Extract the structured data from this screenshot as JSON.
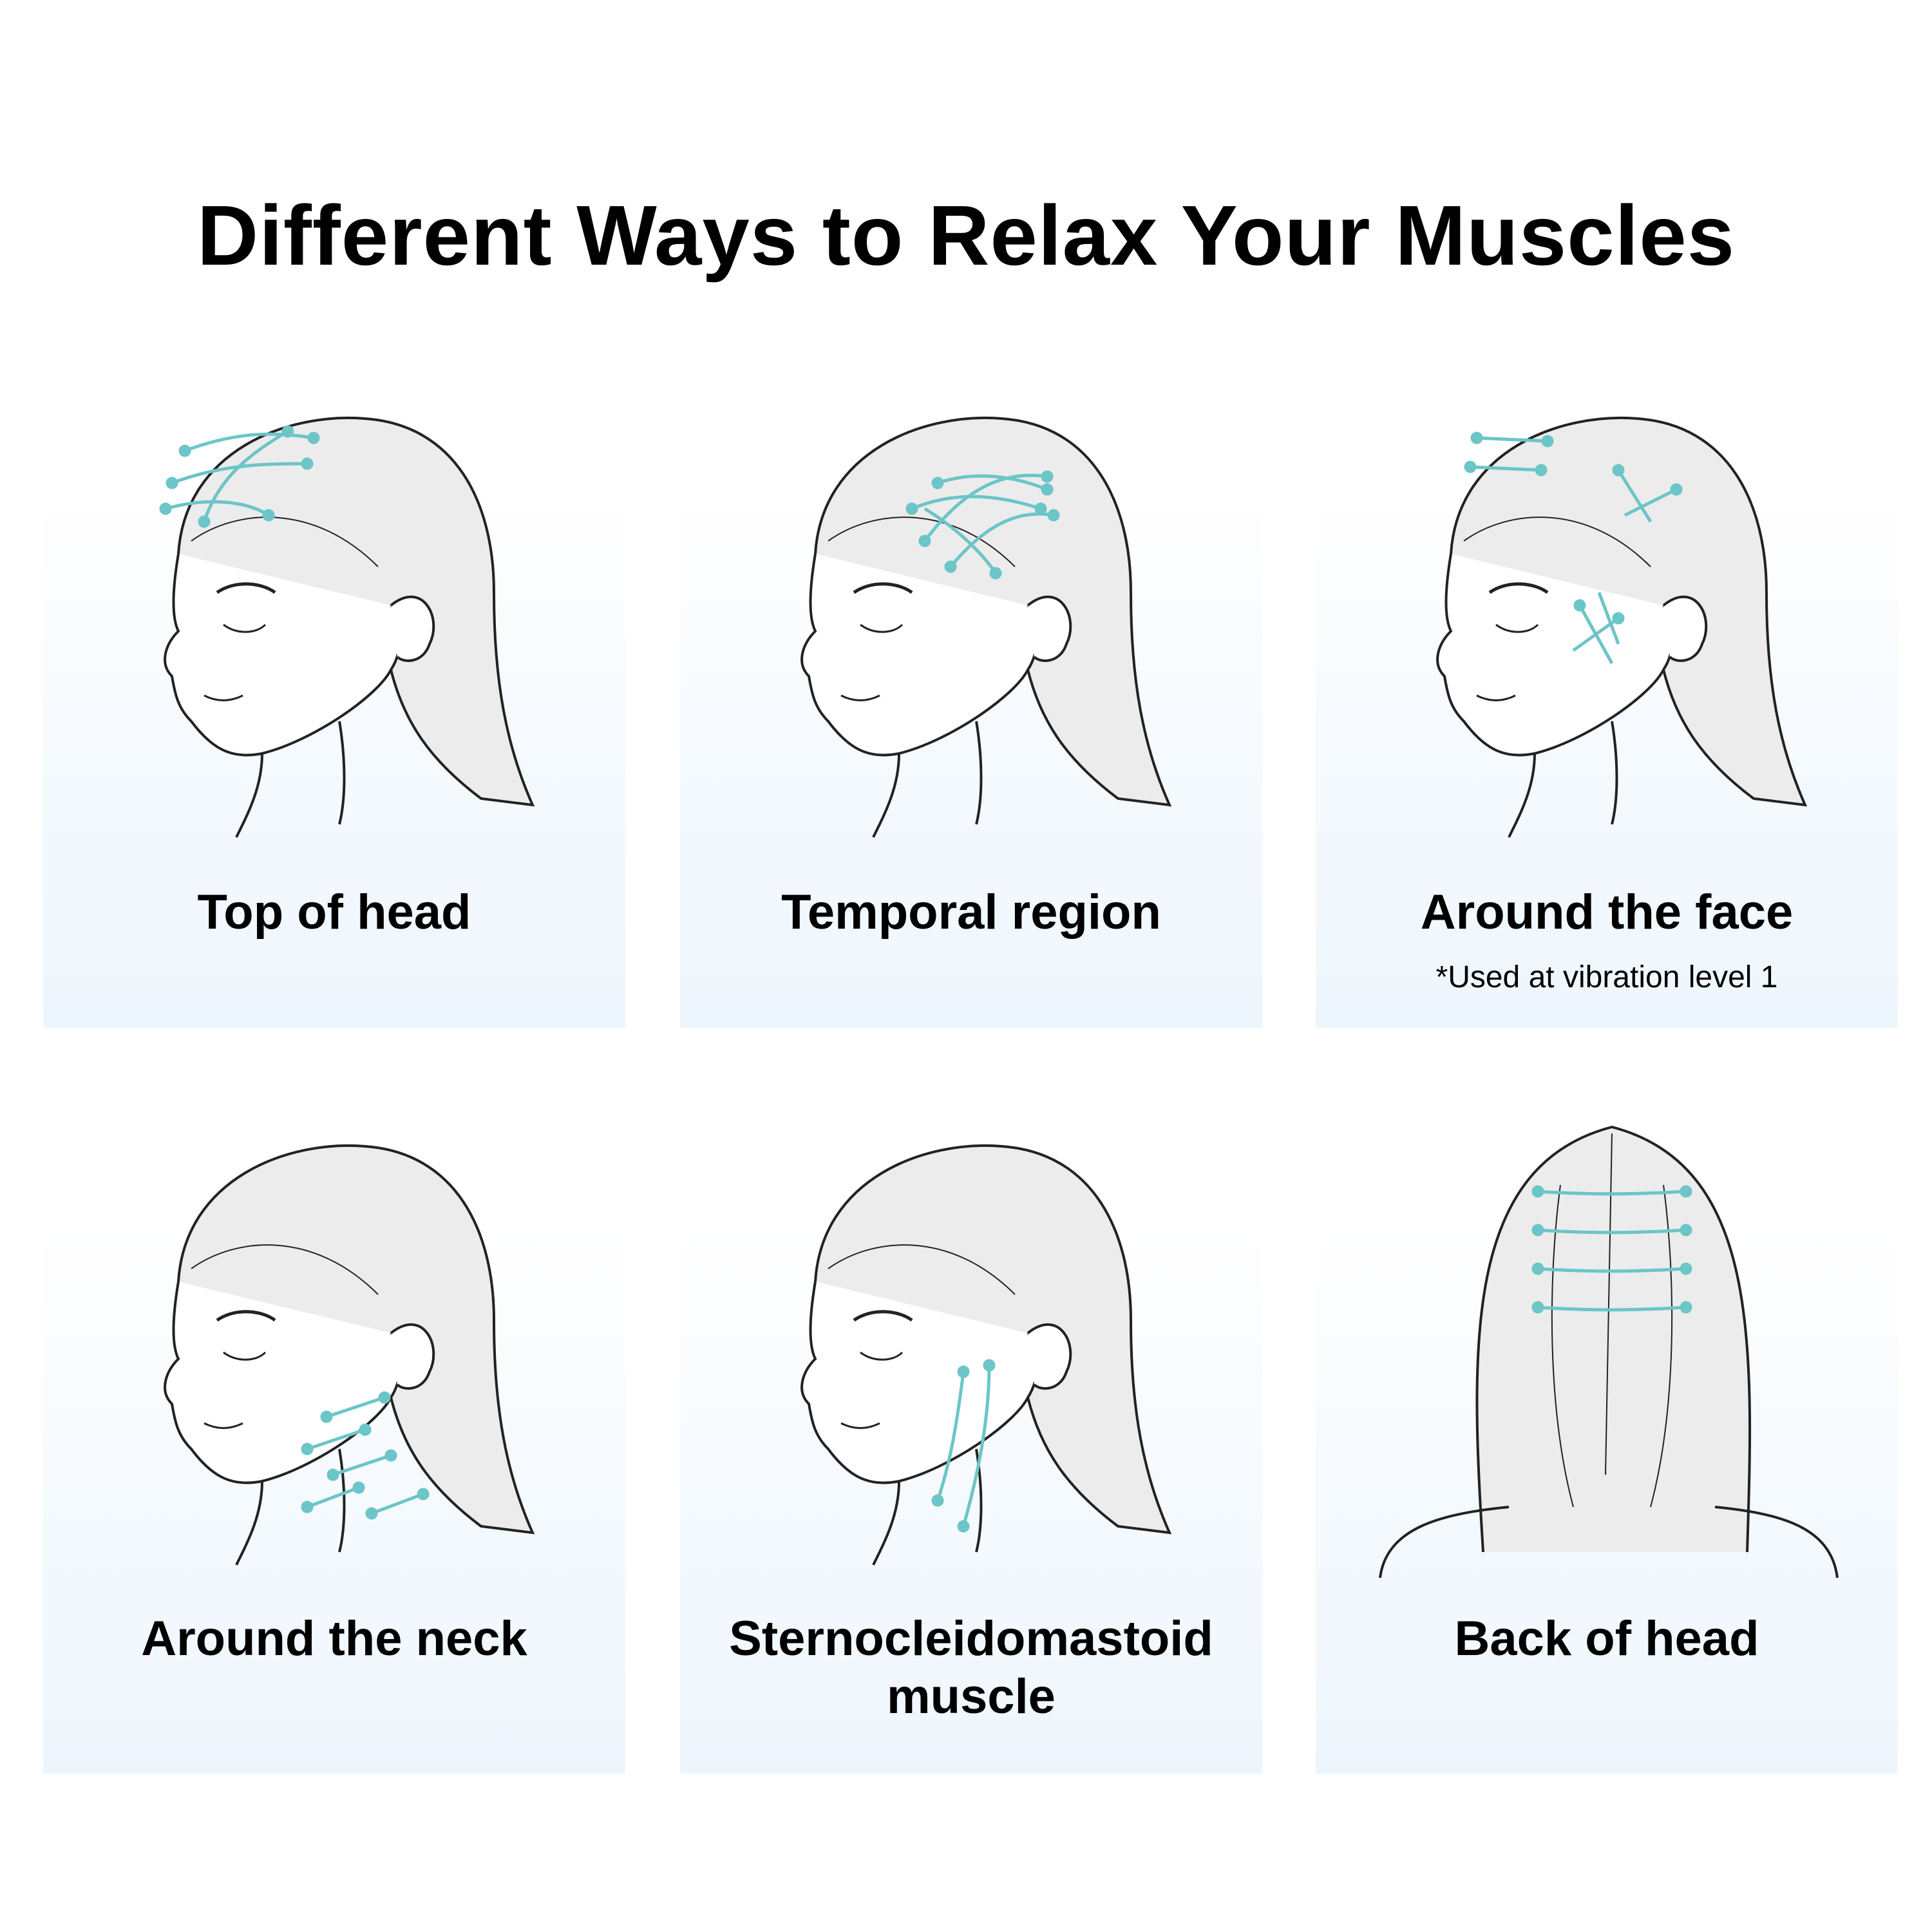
{
  "title": "Different Ways to Relax Your Muscles",
  "accent_color": "#6cc5c6",
  "cards": [
    {
      "label": "Top of head"
    },
    {
      "label": "Temporal region"
    },
    {
      "label": "Around the face",
      "note": "*Used at vibration level 1"
    },
    {
      "label": "Around the neck"
    },
    {
      "label": "Sternocleidomastoid muscle"
    },
    {
      "label": "Back of head"
    }
  ]
}
